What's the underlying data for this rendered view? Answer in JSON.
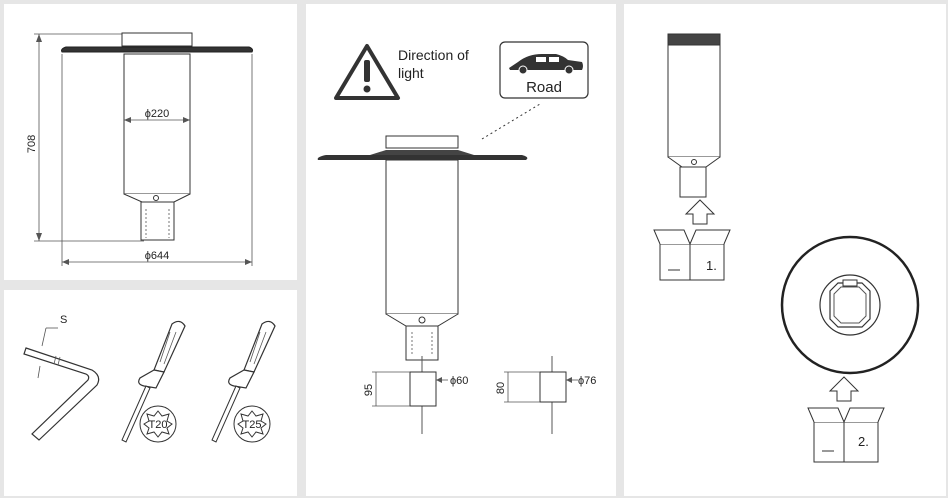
{
  "dimensions_panel": {
    "height_label": "708",
    "body_diameter_label": "ϕ220",
    "head_diameter_label": "ϕ644"
  },
  "tools_panel": {
    "hex_key_label": "S",
    "screwdriver_1_label": "T20",
    "screwdriver_2_label": "T25"
  },
  "installation_panel": {
    "direction_line1": "Direction of",
    "direction_line2": "light",
    "road_label": "Road",
    "pole_a_height": "95",
    "pole_a_diameter": "ϕ60",
    "pole_b_height": "80",
    "pole_b_diameter": "ϕ76"
  },
  "steps_panel": {
    "step1_label": "1.",
    "step2_label": "2."
  }
}
